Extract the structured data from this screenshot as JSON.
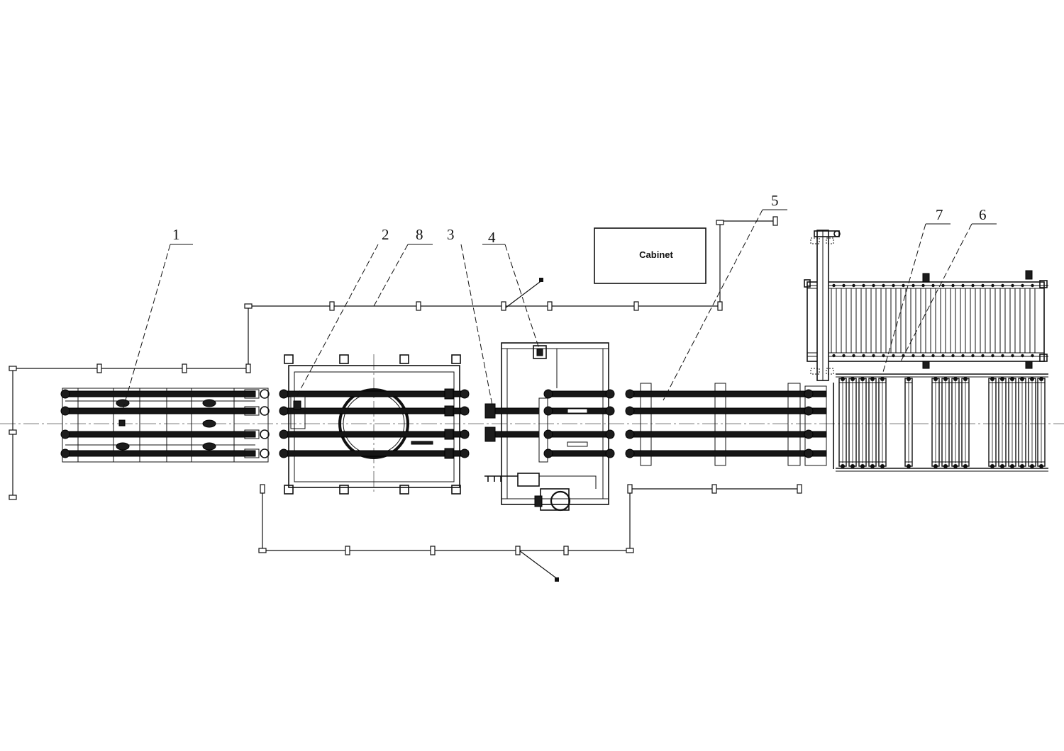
{
  "callouts": [
    "1",
    "2",
    "8",
    "3",
    "4",
    "5",
    "7",
    "6"
  ],
  "cabinet": {
    "label": "Cabinet"
  }
}
